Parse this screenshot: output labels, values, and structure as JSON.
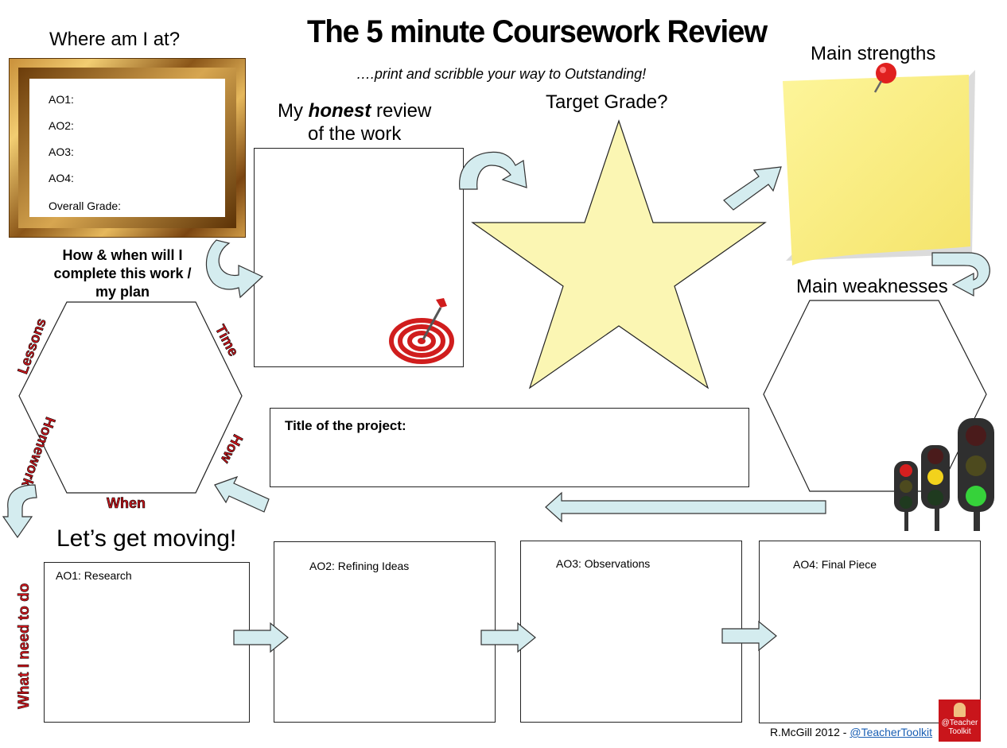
{
  "header": {
    "title": "The 5 minute Coursework Review",
    "subtitle": "….print and scribble your way to Outstanding!"
  },
  "where": {
    "heading": "Where am I at?",
    "lines": [
      "AO1:",
      "AO2:",
      "AO3:",
      "AO4:",
      "Overall Grade:"
    ]
  },
  "review": {
    "heading_pre": "My ",
    "heading_emph": "honest",
    "heading_post": " review",
    "heading_line2": "of the work"
  },
  "target": {
    "heading": "Target Grade?"
  },
  "strengths": {
    "heading": "Main strengths"
  },
  "weaknesses": {
    "heading": "Main weaknesses"
  },
  "plan": {
    "heading": "How & when will I complete this work / my plan",
    "labels": {
      "lessons": "Lessons",
      "time": "Time",
      "homework": "Homework",
      "how": "How",
      "when": "When"
    }
  },
  "project": {
    "label": "Title of the project:"
  },
  "moving": {
    "heading": "Let’s get moving!",
    "side_label": "What I need to do",
    "boxes": [
      "AO1: Research",
      "AO2: Refining Ideas",
      "AO3: Observations",
      "AO4: Final Piece"
    ]
  },
  "footer": {
    "credit": "R.McGill 2012 - ",
    "link": "@TeacherToolkit",
    "logo_line1": "@Teacher",
    "logo_line2": "Toolkit"
  },
  "colors": {
    "arrow_fill": "#d4ecef",
    "star_fill": "#fbf6b3",
    "note_fill": "#fbf18a",
    "label_red": "#c9151b",
    "pin_red": "#e0201f"
  }
}
